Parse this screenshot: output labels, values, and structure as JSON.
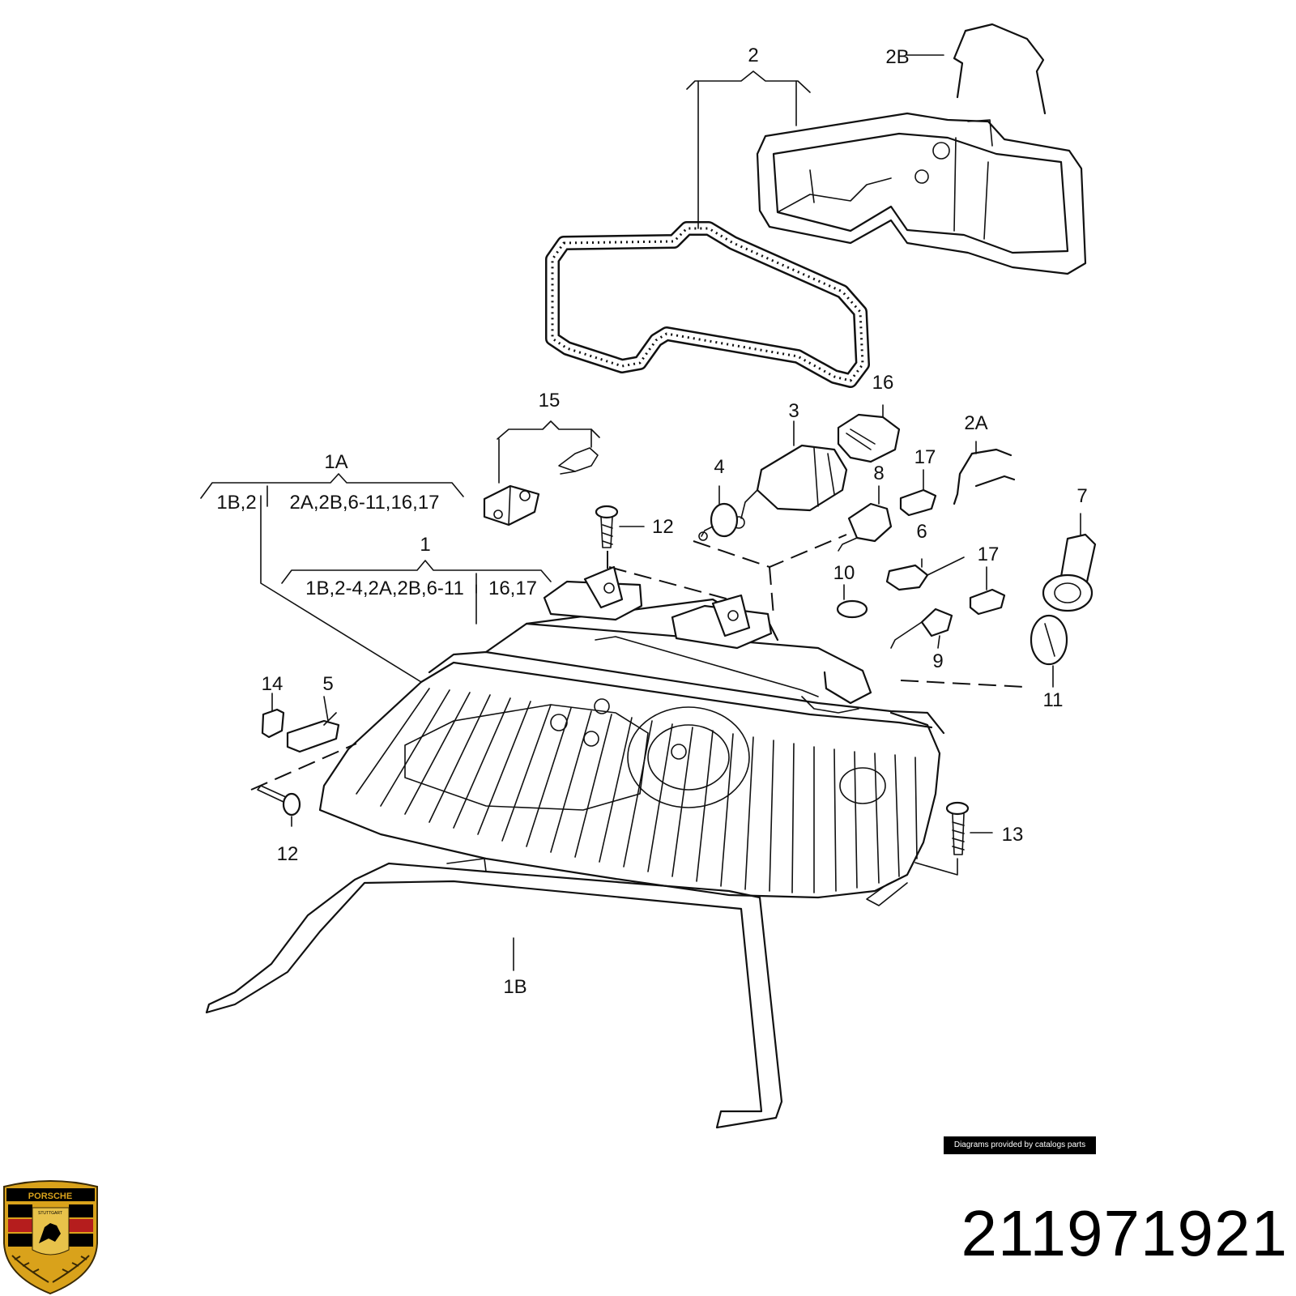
{
  "credit": "Diagrams provided by catalogs parts",
  "part_number": "211971921",
  "brand": {
    "logo_text": "PORSCHE",
    "logo_sub": "STUTTGART",
    "colors": {
      "gold": "#d9a21b",
      "red": "#b51d1d",
      "black": "#000000"
    }
  },
  "callouts": {
    "c1": "1",
    "c1_left": "1B,2-4,2A,2B,6-11",
    "c1_right": "16,17",
    "c1a": "1A",
    "c1a_left": "1B,2",
    "c1a_right": "2A,2B,6-11,16,17",
    "c1b": "1B",
    "c2": "2",
    "c2a": "2A",
    "c2b": "2B",
    "c3": "3",
    "c4": "4",
    "c5": "5",
    "c6": "6",
    "c7": "7",
    "c8": "8",
    "c9": "9",
    "c10": "10",
    "c11": "11",
    "c12a": "12",
    "c12b": "12",
    "c13": "13",
    "c14": "14",
    "c15": "15",
    "c16": "16",
    "c17a": "17",
    "c17b": "17"
  }
}
